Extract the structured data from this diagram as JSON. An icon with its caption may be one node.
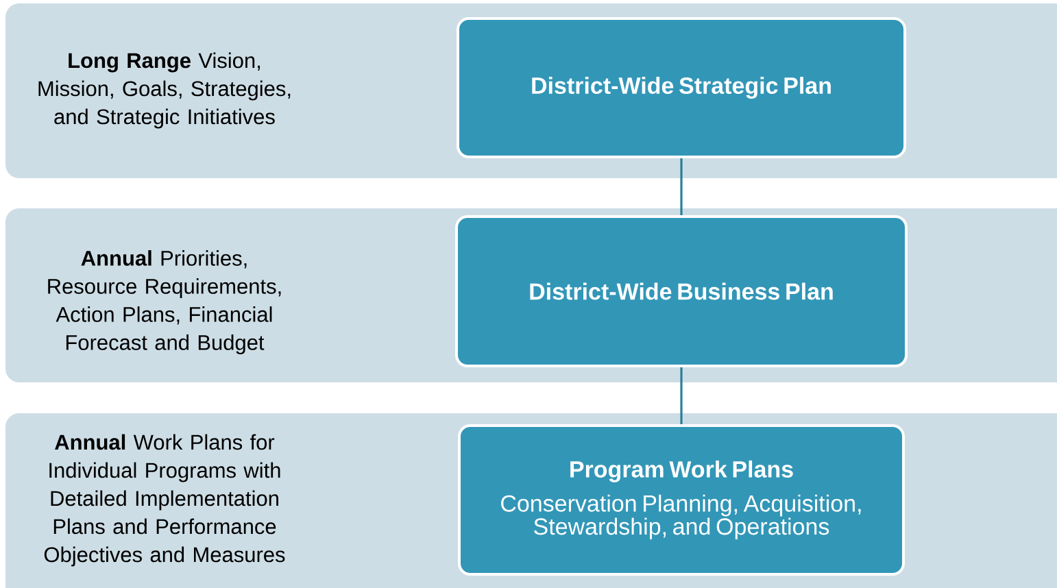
{
  "diagram": {
    "nodes": [
      {
        "text": [
          "**Long Range** Vision, Mission, Goals, Strategies, and Strategic Initiatives"
        ]
      },
      {
        "text": [
          "District-Wide Strategic Plan"
        ],
        "in": 0
      },
      {
        "text": [
          "**Annual** Priorities, Resource Requirements, Action Plans, Financial Forecast and Budget"
        ]
      },
      {
        "text": [
          "District-Wide Business Plan"
        ],
        "in": 2
      },
      {
        "text": [
          "**Annual** Work Plans for Individual Programs with Detailed Implementation Plans and Performance Objectives and Measures"
        ]
      },
      {
        "text": [
          "Program Work Plans",
          "Conservation Planning, Acquisition, Stewardship, and Operations"
        ],
        "in": 4
      }
    ],
    "edges": [
      {
        "from": 1,
        "to": 3,
        "arrow": "none"
      },
      {
        "from": 3,
        "to": 5,
        "arrow": "none"
      }
    ]
  }
}
